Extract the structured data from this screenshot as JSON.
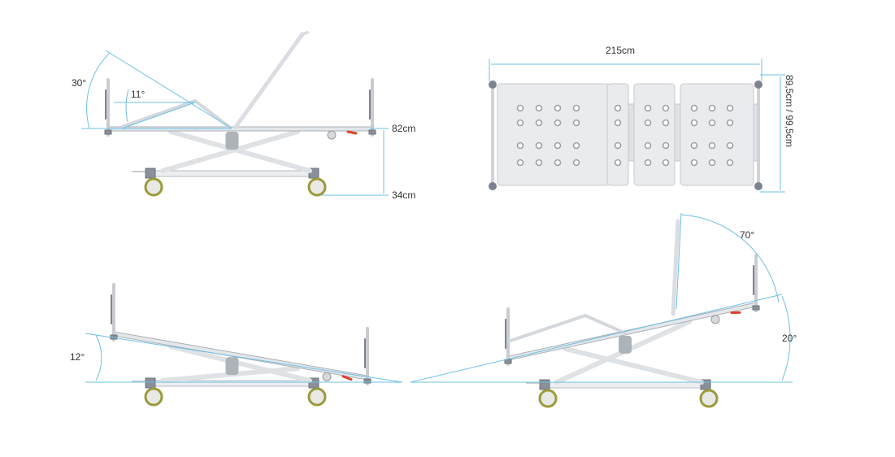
{
  "title": "Hospital bed dimensions and positions",
  "views": {
    "side_raised": {
      "head_angle": "30°",
      "leg_angle": "11°",
      "max_height": "82cm",
      "min_height": "34cm"
    },
    "top_plan": {
      "length": "215cm",
      "width": "89,5cm / 99,5cm"
    },
    "trendelenburg": {
      "tilt_angle": "12°"
    },
    "reverse_trendelenburg": {
      "backrest_angle": "70°",
      "tilt_angle": "20°"
    }
  },
  "colors": {
    "dimension_line": "#6cc0e4",
    "wheel_rim": "#9a9a3a",
    "frame": "#eceef0"
  }
}
